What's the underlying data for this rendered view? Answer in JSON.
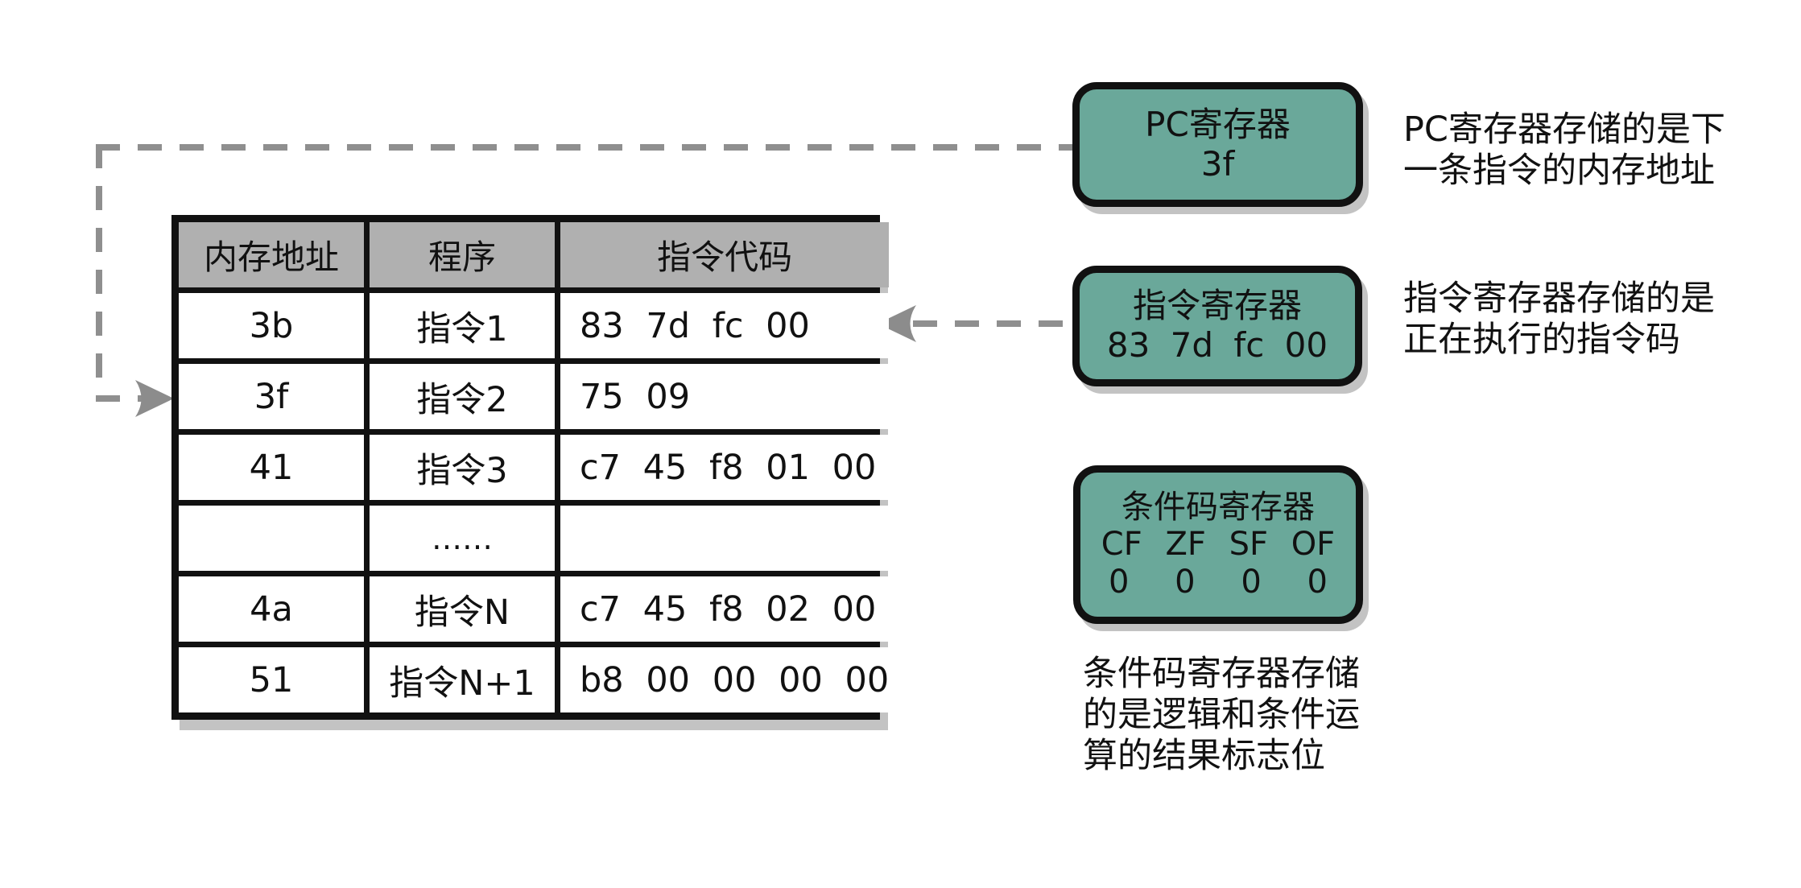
{
  "diagram": {
    "table": {
      "headers": [
        "内存地址",
        "程序",
        "指令代码"
      ],
      "rows": [
        {
          "addr": "3b",
          "prog": "指令1",
          "code": "83 7d fc 00"
        },
        {
          "addr": "3f",
          "prog": "指令2",
          "code": "75 09"
        },
        {
          "addr": "41",
          "prog": "指令3",
          "code": "c7 45 f8 01 00"
        },
        {
          "addr": "",
          "prog": "……",
          "code": ""
        },
        {
          "addr": "4a",
          "prog": "指令N",
          "code": "c7 45 f8 02 00"
        },
        {
          "addr": "51",
          "prog": "指令N+1",
          "code": "b8 00 00 00 00"
        }
      ]
    },
    "pc_register": {
      "title": "PC寄存器",
      "value": "3f"
    },
    "ir_register": {
      "title": "指令寄存器",
      "value": "83 7d fc 00"
    },
    "cc_register": {
      "title": "条件码寄存器",
      "flags": "CF ZF SF OF",
      "values": "0 0 0 0"
    },
    "notes": {
      "pc": "PC寄存器存储的是下\n一条指令的内存地址",
      "ir": "指令寄存器存储的是\n正在执行的指令码",
      "cc": "条件码寄存器存储\n的是逻辑和条件运\n算的结果标志位"
    },
    "colors": {
      "register_fill": "#6aa89a",
      "table_header_fill": "#b0b0b0",
      "dash_gray": "#8f8f8f",
      "shadow_gray": "#c3c3c3",
      "border_black": "#111111"
    }
  }
}
